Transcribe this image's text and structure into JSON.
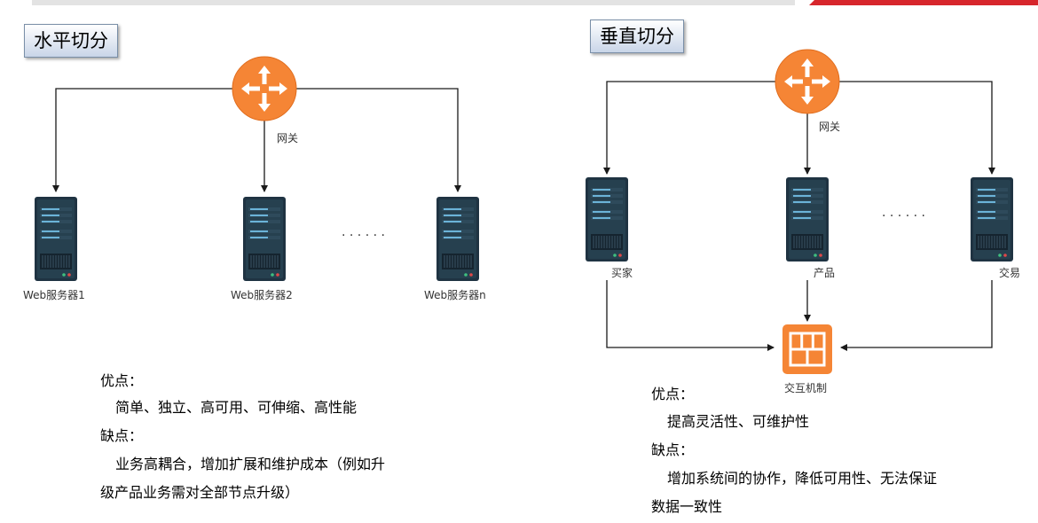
{
  "horizontal": {
    "title": "水平切分",
    "gateway_label": "网关",
    "servers": [
      "Web服务器1",
      "Web服务器2",
      "Web服务器n"
    ],
    "ellipsis": "· · · · · ·",
    "pros_heading": "优点：",
    "pros_text": "简单、独立、高可用、可伸缩、高性能",
    "cons_heading": "缺点：",
    "cons_line1": "业务高耦合，增加扩展和维护成本（例如升",
    "cons_line2": "级产品业务需对全部节点升级）"
  },
  "vertical": {
    "title": "垂直切分",
    "gateway_label": "网关",
    "servers": [
      "买家",
      "产品",
      "交易"
    ],
    "ellipsis": "· · · · · ·",
    "interaction_label": "交互机制",
    "pros_heading": "优点：",
    "pros_text": "提高灵活性、可维护性",
    "cons_heading": "缺点：",
    "cons_line1": "增加系统间的协作，降低可用性、无法保证",
    "cons_line2": "数据一致性"
  },
  "colors": {
    "gateway": "#f58535",
    "server_body": "#1f3342",
    "server_slot": "#6bb3d8",
    "interaction": "#f58535",
    "accent_bar": "#d7262c"
  }
}
